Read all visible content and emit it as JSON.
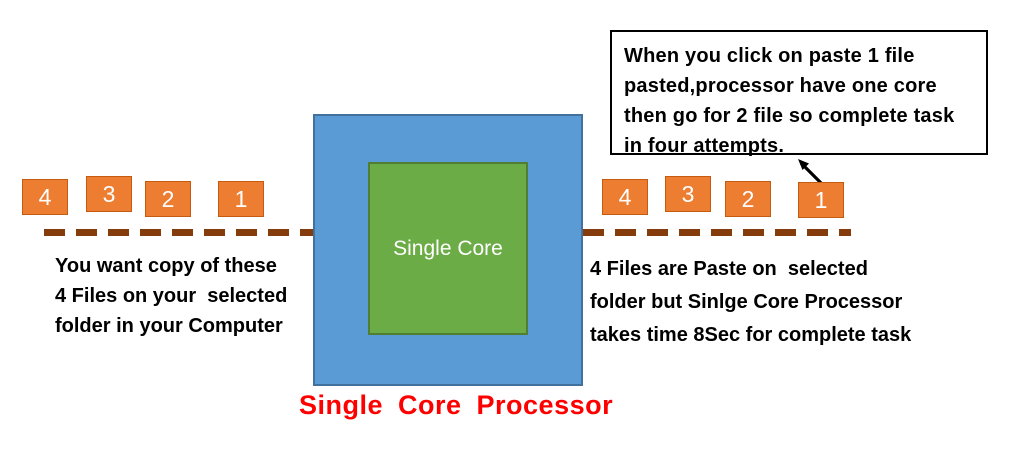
{
  "callout": {
    "text": "When you click on paste 1 file\npasted,processor have one core\nthen go for 2 file so complete task\nin four attempts."
  },
  "left_group": {
    "files": [
      "4",
      "3",
      "2",
      "1"
    ],
    "caption": "You want copy of these\n4 Files on your  selected\nfolder in your Computer"
  },
  "right_group": {
    "files": [
      "4",
      "3",
      "2",
      "1"
    ],
    "caption": "4 Files are Paste on  selected\nfolder but Sinlge Core Processor\ntakes time 8Sec for complete task"
  },
  "processor": {
    "core_label": "Single Core",
    "caption": "Single Core Processor"
  },
  "colors": {
    "file_fill": "#ED7D31",
    "file_border": "#C55A11",
    "processor_fill": "#5B9BD5",
    "processor_border": "#41719C",
    "core_fill": "#6CAC47",
    "core_border": "#507E32",
    "dash_line": "#843C0C",
    "caption_red": "#FF0000",
    "callout_border": "#000000"
  }
}
